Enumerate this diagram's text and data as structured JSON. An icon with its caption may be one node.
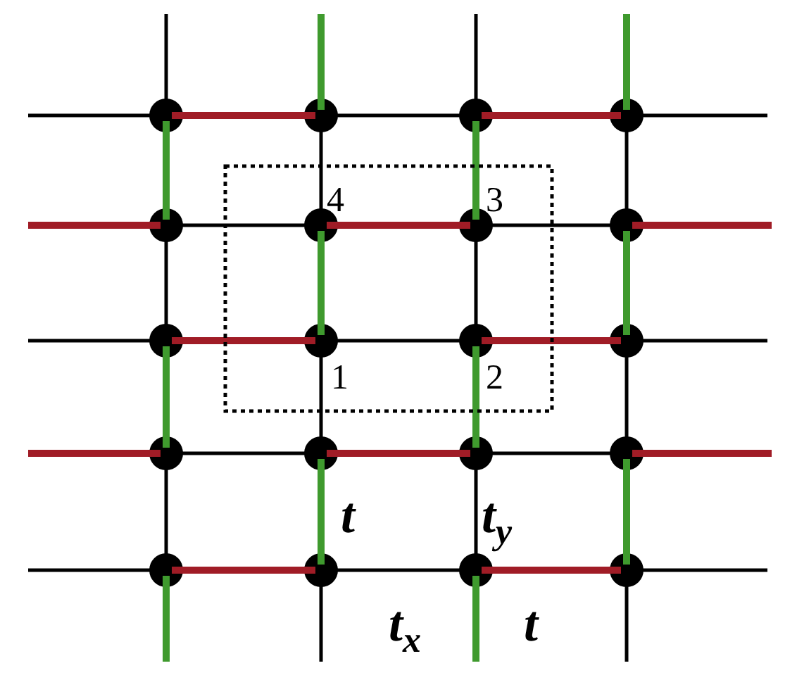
{
  "diagram": {
    "labels": [
      "4",
      "3",
      "1",
      "2",
      "t",
      "t$_{y}$",
      "t$_{x}$",
      "t"
    ]
  }
}
